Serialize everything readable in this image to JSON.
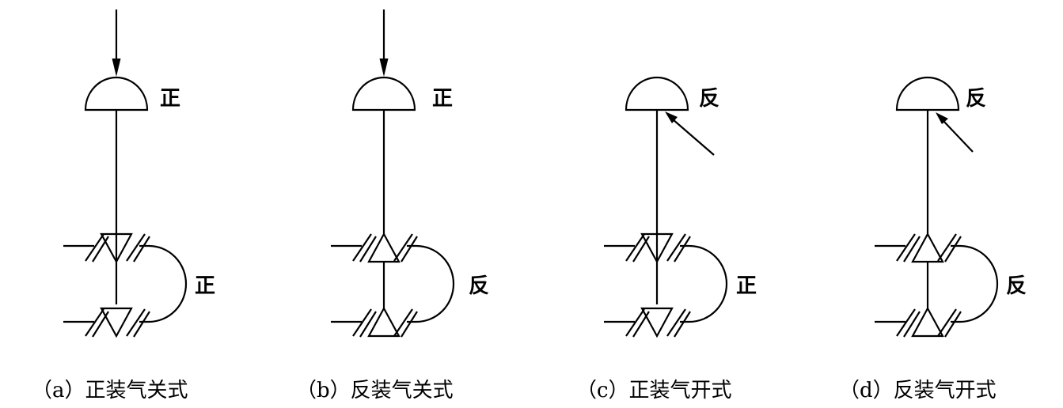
{
  "diagrams": [
    {
      "key": "a",
      "actuator_label": "正",
      "valve_label": "正",
      "actuator_arrow": "vertical",
      "valve_orientation": "down",
      "caption": "（a）正装气关式"
    },
    {
      "key": "b",
      "actuator_label": "正",
      "valve_label": "反",
      "actuator_arrow": "vertical",
      "valve_orientation": "up",
      "caption": "（b）反装气关式"
    },
    {
      "key": "c",
      "actuator_label": "反",
      "valve_label": "正",
      "actuator_arrow": "diagonal",
      "valve_orientation": "down",
      "caption": "（c）正装气开式"
    },
    {
      "key": "d",
      "actuator_label": "反",
      "valve_label": "反",
      "actuator_arrow": "diagonal",
      "valve_orientation": "up",
      "caption": "（d）反装气开式"
    }
  ]
}
